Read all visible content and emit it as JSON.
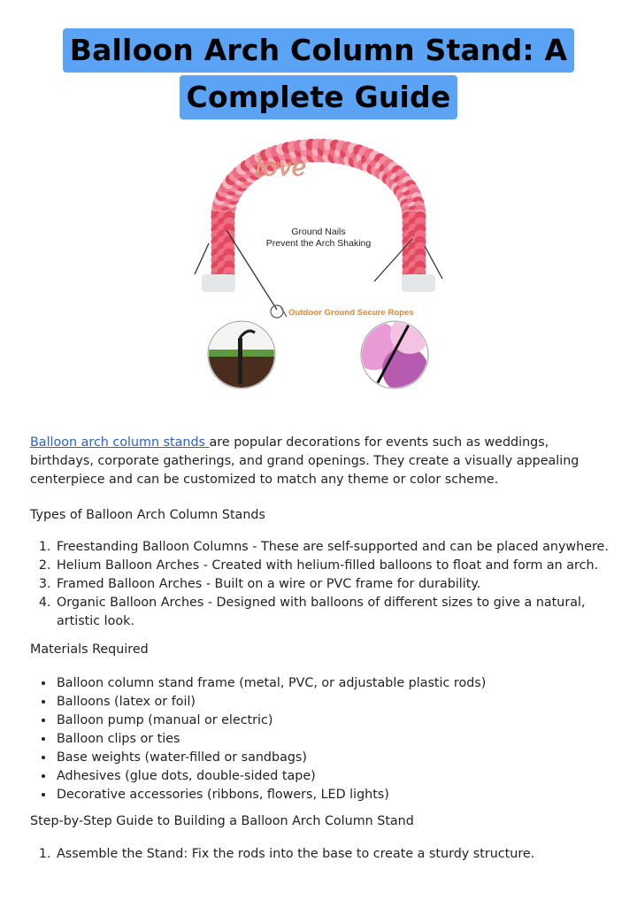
{
  "title": {
    "line1": "Balloon Arch Column Stand: A",
    "line2": "Complete Guide"
  },
  "hero": {
    "label_nails_1": "Ground Nails",
    "label_nails_2": "Prevent the Arch Shaking",
    "label_ropes": "Outdoor Ground Secure Ropes",
    "colors": {
      "balloon_pink": "#f28aa0",
      "balloon_dark": "#e2495f",
      "rope_label": "#e8862a"
    }
  },
  "intro": {
    "link_text": "Balloon arch column stands ",
    "text": "are popular decorations for events such as weddings, birthdays, corporate gatherings, and grand openings. They create a visually appealing centerpiece and can be customized to match any theme or color scheme."
  },
  "types": {
    "heading": "Types of Balloon Arch Column Stands",
    "items": [
      "Freestanding Balloon Columns - These are self-supported and can be placed anywhere.",
      "Helium Balloon Arches - Created with helium-filled balloons to float and form an arch.",
      "Framed Balloon Arches - Built on a wire or PVC frame for durability.",
      "Organic Balloon Arches - Designed with balloons of different sizes to give a natural, artistic look."
    ]
  },
  "materials": {
    "heading": "Materials Required",
    "items": [
      "Balloon column stand frame (metal, PVC, or adjustable plastic rods)",
      "Balloons (latex or foil)",
      "Balloon pump (manual or electric)",
      "Balloon clips or ties",
      "Base weights (water-filled or sandbags)",
      "Adhesives (glue dots, double-sided tape)",
      "Decorative accessories (ribbons, flowers, LED lights)"
    ]
  },
  "steps": {
    "heading": "Step-by-Step Guide to Building a Balloon Arch Column Stand",
    "items": [
      "Assemble the Stand: Fix the rods into the base to create a sturdy structure."
    ]
  }
}
